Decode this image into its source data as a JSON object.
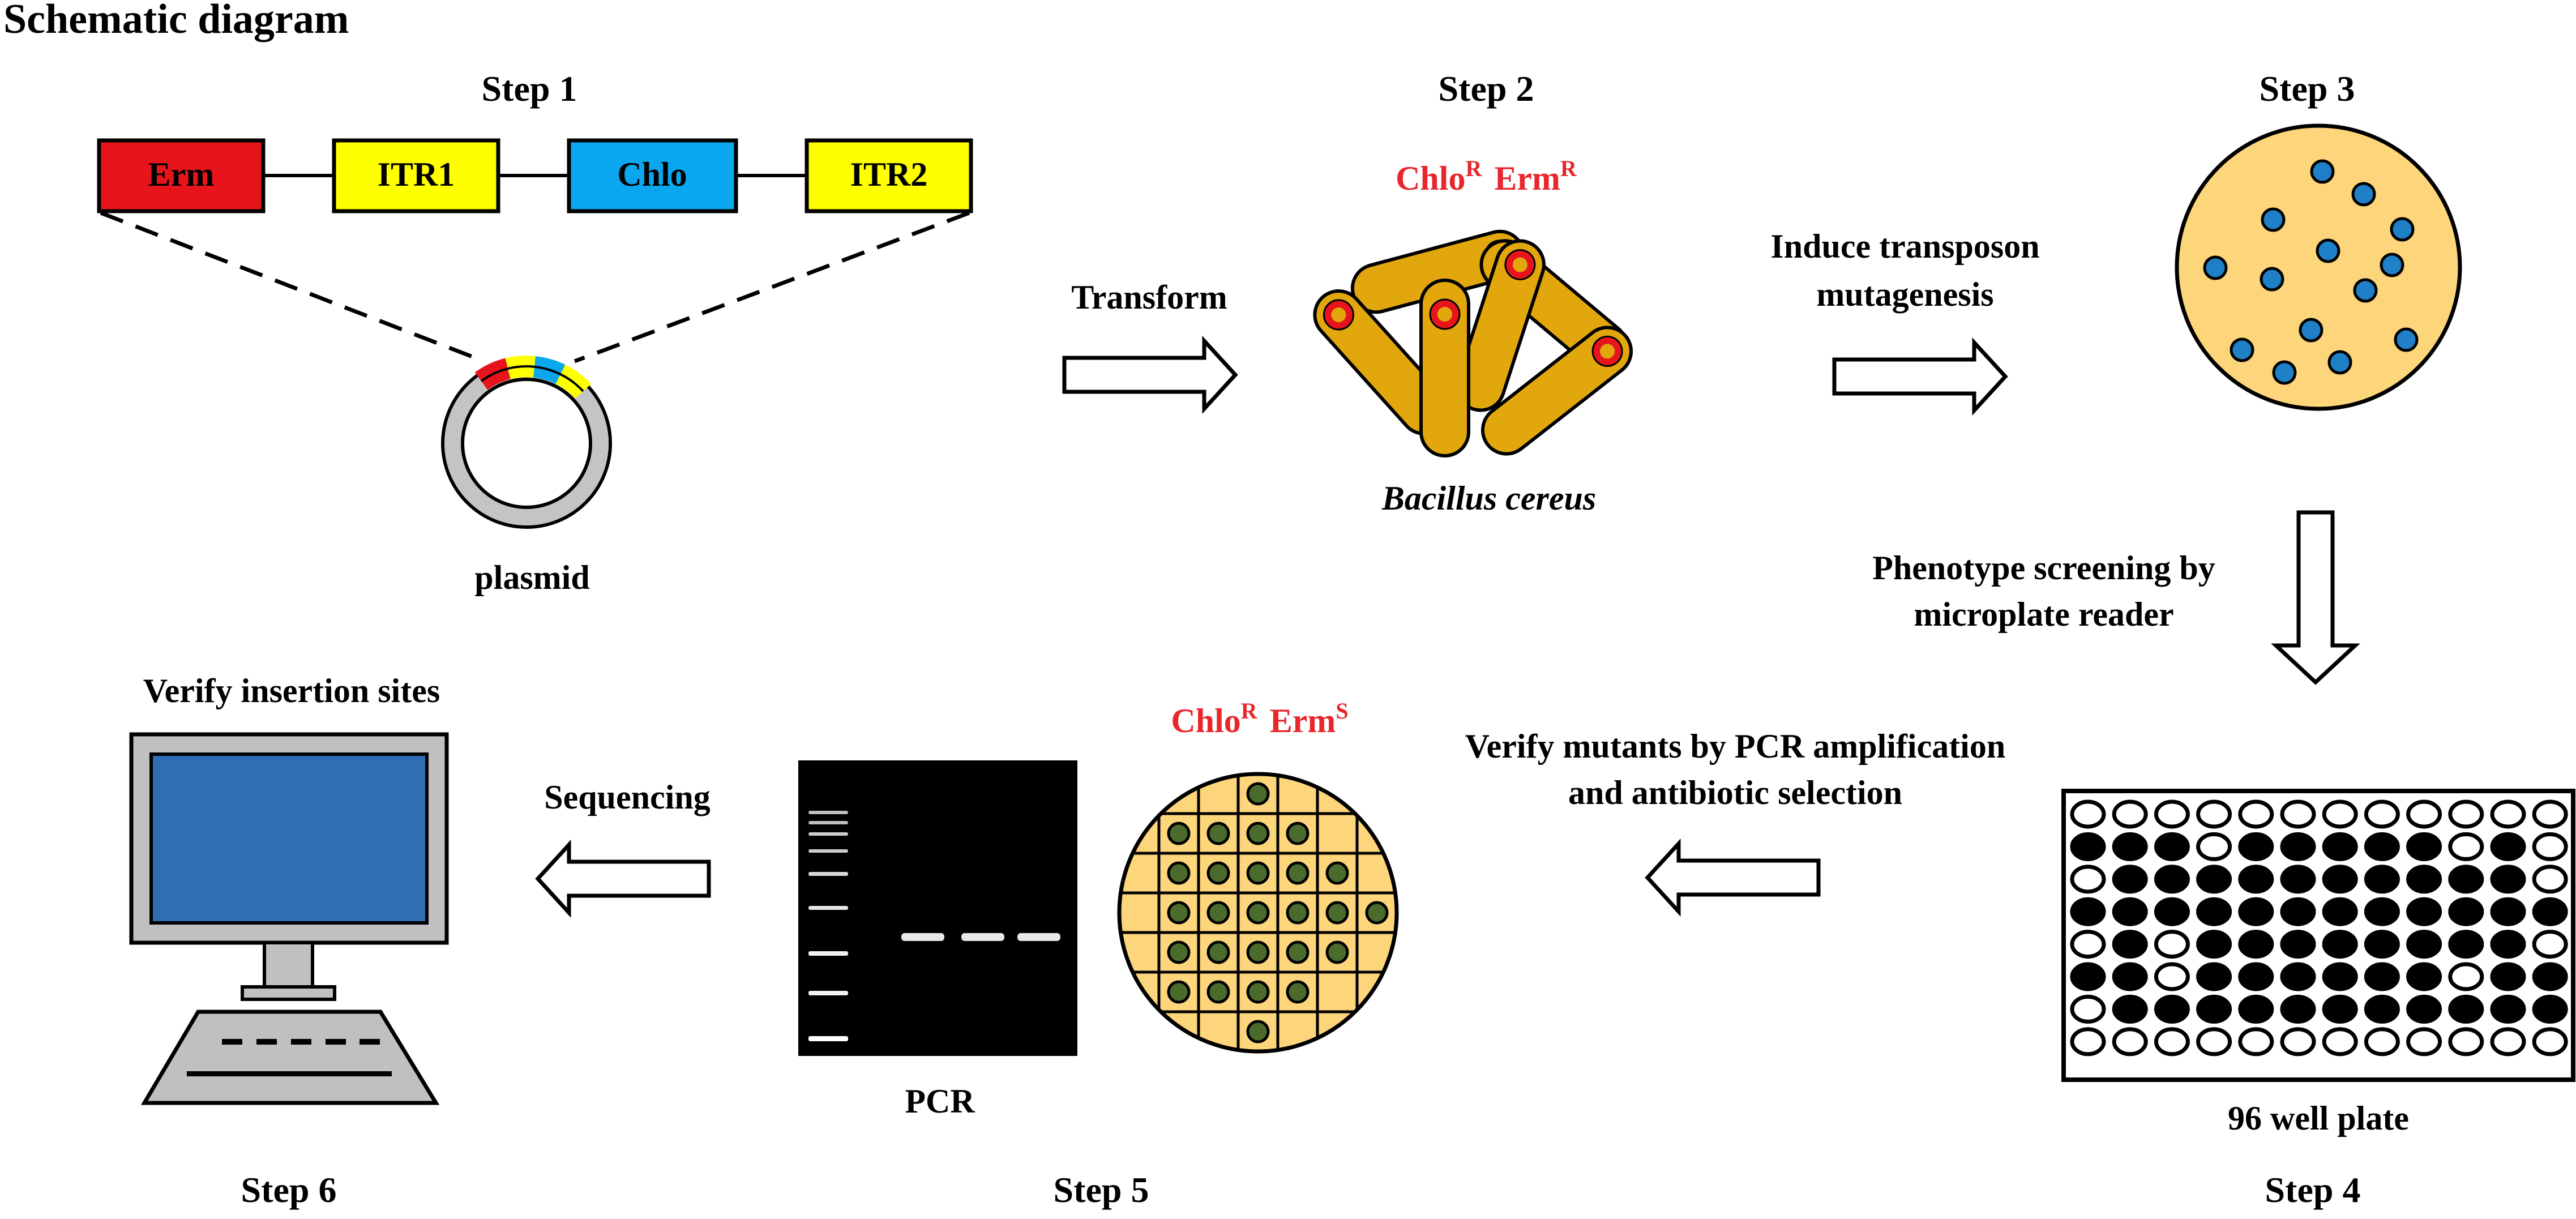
{
  "title": "Schematic diagram",
  "steps": {
    "step1": "Step 1",
    "step2": "Step 2",
    "step3": "Step 3",
    "step4": "Step 4",
    "step5": "Step 5",
    "step6": "Step 6"
  },
  "construct": {
    "boxes": [
      {
        "label": "Erm",
        "color": "#e8141c"
      },
      {
        "label": "ITR1",
        "color": "#ffff00"
      },
      {
        "label": "Chlo",
        "color": "#0aa7ee"
      },
      {
        "label": "ITR2",
        "color": "#ffff00"
      }
    ],
    "plasmid_label": "plasmid"
  },
  "arrows": {
    "transform": "Transform",
    "induce_line1": "Induce transposon",
    "induce_line2": "mutagenesis",
    "phenotype_line1": "Phenotype screening by",
    "phenotype_line2": "microplate reader",
    "verify_line1": "Verify mutants by PCR amplification",
    "verify_line2": "and antibiotic selection",
    "sequencing": "Sequencing"
  },
  "step2": {
    "resist_base1": "Chlo",
    "resist_sup1": "R",
    "resist_base2": "Erm",
    "resist_sup2": "R",
    "organism": "Bacillus cereus"
  },
  "step4": {
    "plate_label": "96 well plate"
  },
  "step5": {
    "resist_base1": "Chlo",
    "resist_sup1": "R",
    "resist_base2": "Erm",
    "resist_sup2": "S",
    "gel_label": "PCR"
  },
  "step6": {
    "title": "Verify insertion sites"
  },
  "colors": {
    "red_text": "#e8262c",
    "rod_fill": "#e2a70d",
    "colony_blue": "#1f7fc7",
    "agar_fill": "#fdd57a",
    "mutant_green": "#4a6b2c",
    "monitor_blue": "#2f6db5",
    "device_gray": "#c0c0c0"
  }
}
